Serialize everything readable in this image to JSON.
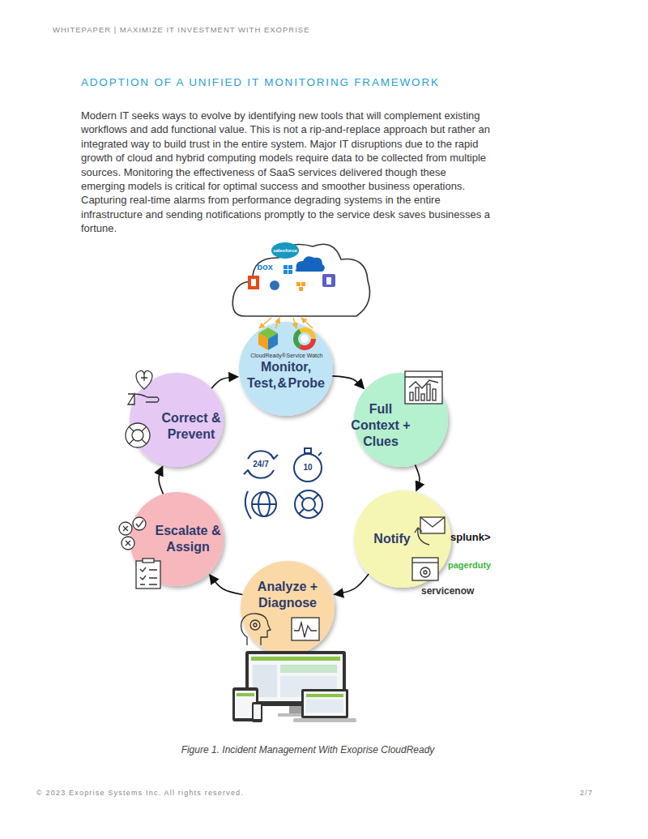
{
  "diagram": {
    "title": "ADOPTION OF A UNIFIED IT MONITORING FRAMEWORK",
    "caption": "Figure 1. Incident Management With Exoprise CloudReady",
    "nodes": [
      {
        "text": [
          "CloudReady®",
          "Service Watch",
          "Monitor, Test, & Probe"
        ]
      },
      {
        "text": [
          "Full Context + Clues"
        ]
      },
      {
        "text": [
          "Notify"
        ]
      },
      {
        "text": [
          "Analyze + Diagnose"
        ]
      },
      {
        "text": [
          "Escalate & Assign"
        ]
      },
      {
        "text": [
          "Correct & Prevent"
        ]
      }
    ],
    "edges": [
      {
        "from": 0,
        "to": 1,
        "arrow": "to"
      },
      {
        "from": 1,
        "to": 2,
        "arrow": "to"
      },
      {
        "from": 2,
        "to": 3,
        "arrow": "to"
      },
      {
        "from": 3,
        "to": 4,
        "arrow": "to"
      },
      {
        "from": 4,
        "to": 5,
        "arrow": "to"
      },
      {
        "from": 5,
        "to": 0,
        "arrow": "to"
      }
    ],
    "labels": [
      "WHITEPAPER | MAXIMIZE IT INVESTMENT WITH EXOPRISE",
      "Modern IT seeks ways to evolve by identifying new tools that will complement existing workflows and add functional value. This is not a rip-and-replace approach but rather an integrated way to build trust in the entire system. Major IT disruptions due to the rapid growth of cloud and hybrid computing models require data to be collected from multiple sources. Monitoring the effectiveness of SaaS services delivered though these emerging models is critical for optimal success and smoother business operations. Capturing real-time alarms from performance degrading systems in the entire infrastructure and sending notifications promptly to the service desk saves businesses a fortune.",
      "salesforce",
      "box",
      "24/7",
      "10",
      "splunk>",
      "pagerduty",
      "servicenow",
      "© 2023 Exoprise Systems Inc. All rights reserved.",
      "2/7"
    ]
  }
}
